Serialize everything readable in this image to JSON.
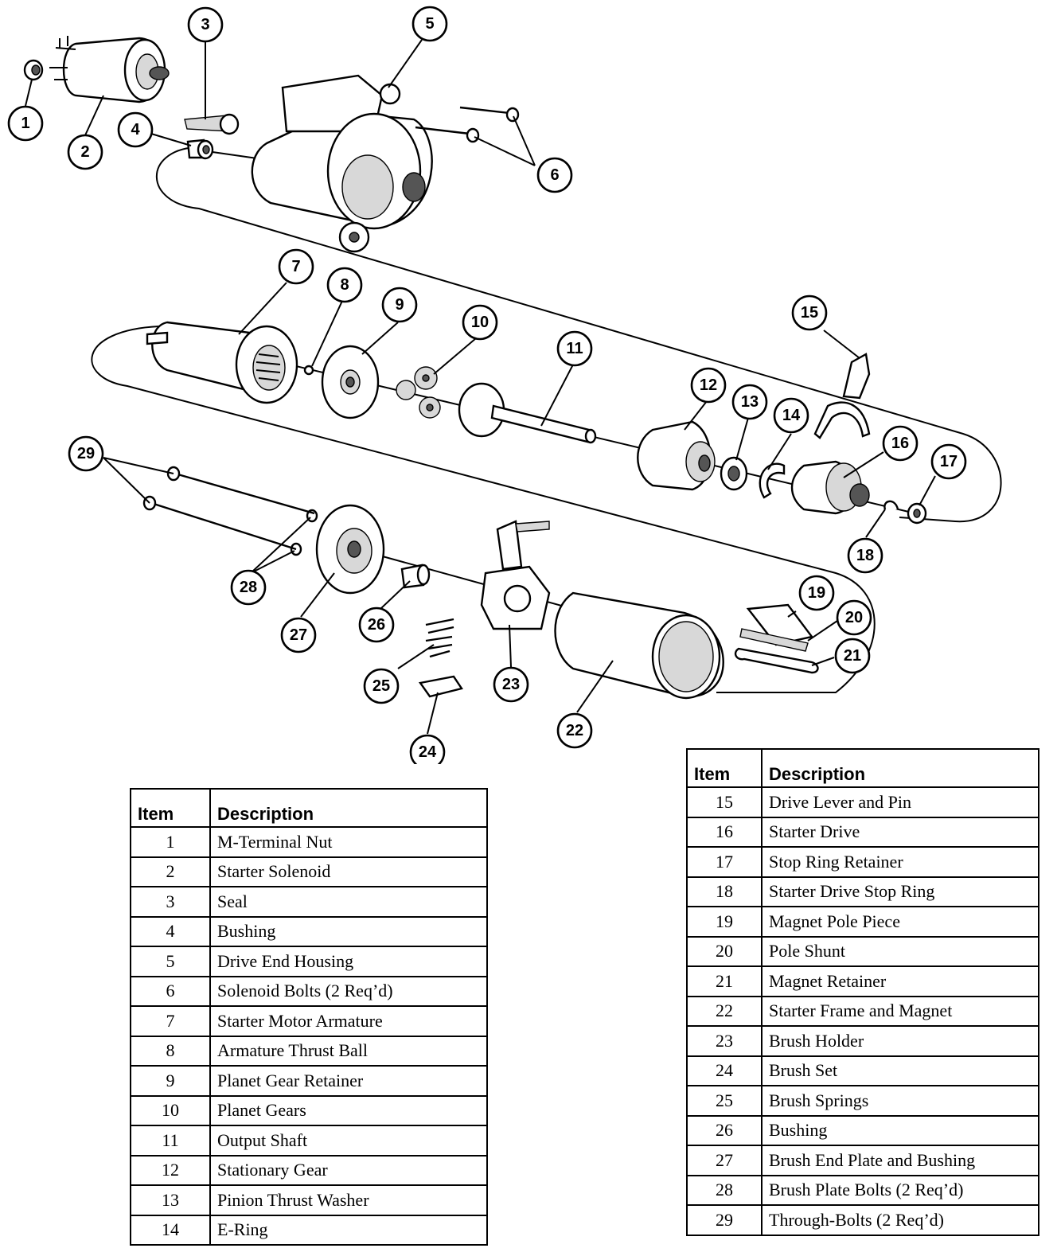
{
  "callouts": [
    "1",
    "2",
    "3",
    "4",
    "5",
    "6",
    "7",
    "8",
    "9",
    "10",
    "11",
    "12",
    "13",
    "14",
    "15",
    "16",
    "17",
    "18",
    "19",
    "20",
    "21",
    "22",
    "23",
    "24",
    "25",
    "26",
    "27",
    "28",
    "29"
  ],
  "legend_left": {
    "header_item": "Item",
    "header_desc": "Description",
    "rows": [
      {
        "item": "1",
        "desc": "M-Terminal Nut"
      },
      {
        "item": "2",
        "desc": "Starter Solenoid"
      },
      {
        "item": "3",
        "desc": "Seal"
      },
      {
        "item": "4",
        "desc": "Bushing"
      },
      {
        "item": "5",
        "desc": "Drive End Housing"
      },
      {
        "item": "6",
        "desc": "Solenoid Bolts (2 Req’d)"
      },
      {
        "item": "7",
        "desc": "Starter Motor Armature"
      },
      {
        "item": "8",
        "desc": "Armature Thrust Ball"
      },
      {
        "item": "9",
        "desc": "Planet Gear Retainer"
      },
      {
        "item": "10",
        "desc": "Planet Gears"
      },
      {
        "item": "11",
        "desc": "Output Shaft"
      },
      {
        "item": "12",
        "desc": "Stationary Gear"
      },
      {
        "item": "13",
        "desc": "Pinion Thrust Washer"
      },
      {
        "item": "14",
        "desc": "E-Ring"
      }
    ]
  },
  "legend_right": {
    "header_item": "Item",
    "header_desc": "Description",
    "rows": [
      {
        "item": "15",
        "desc": "Drive Lever and Pin"
      },
      {
        "item": "16",
        "desc": "Starter Drive"
      },
      {
        "item": "17",
        "desc": "Stop Ring Retainer"
      },
      {
        "item": "18",
        "desc": "Starter Drive Stop Ring"
      },
      {
        "item": "19",
        "desc": "Magnet Pole Piece"
      },
      {
        "item": "20",
        "desc": "Pole Shunt"
      },
      {
        "item": "21",
        "desc": "Magnet Retainer"
      },
      {
        "item": "22",
        "desc": "Starter Frame and Magnet"
      },
      {
        "item": "23",
        "desc": "Brush Holder"
      },
      {
        "item": "24",
        "desc": "Brush Set"
      },
      {
        "item": "25",
        "desc": "Brush Springs"
      },
      {
        "item": "26",
        "desc": "Bushing"
      },
      {
        "item": "27",
        "desc": "Brush End Plate and Bushing"
      },
      {
        "item": "28",
        "desc": "Brush Plate Bolts (2 Req’d)"
      },
      {
        "item": "29",
        "desc": "Through-Bolts (2 Req’d)"
      }
    ]
  }
}
